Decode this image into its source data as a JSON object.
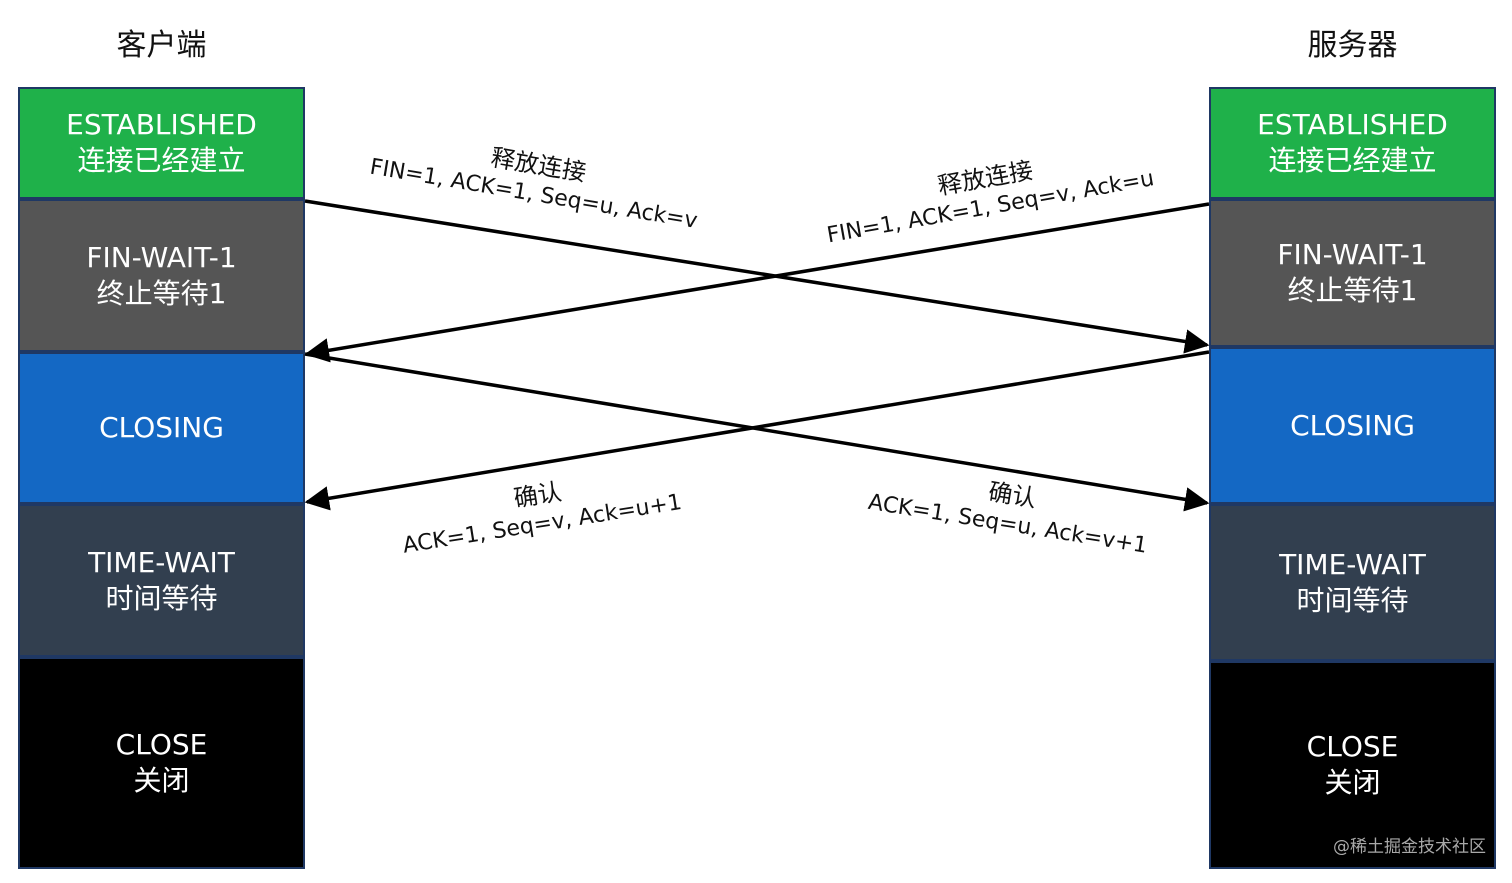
{
  "titles": {
    "client": "客户端",
    "server": "服务器"
  },
  "client_states": [
    {
      "en": "ESTABLISHED",
      "zh": "连接已经建立"
    },
    {
      "en": "FIN-WAIT-1",
      "zh": "终止等待1"
    },
    {
      "en": "CLOSING",
      "zh": ""
    },
    {
      "en": "TIME-WAIT",
      "zh": "时间等待"
    },
    {
      "en": "CLOSE",
      "zh": "关闭"
    }
  ],
  "server_states": [
    {
      "en": "ESTABLISHED",
      "zh": "连接已经建立"
    },
    {
      "en": "FIN-WAIT-1",
      "zh": "终止等待1"
    },
    {
      "en": "CLOSING",
      "zh": ""
    },
    {
      "en": "TIME-WAIT",
      "zh": "时间等待"
    },
    {
      "en": "CLOSE",
      "zh": "关闭"
    }
  ],
  "messages": [
    {
      "zh": "释放连接",
      "fields": "FIN=1, ACK=1, Seq=u, Ack=v"
    },
    {
      "zh": "释放连接",
      "fields": "FIN=1, ACK=1, Seq=v, Ack=u"
    },
    {
      "zh": "确认",
      "fields": "ACK=1, Seq=v, Ack=u+1"
    },
    {
      "zh": "确认",
      "fields": "ACK=1, Seq=u, Ack=v+1"
    }
  ],
  "colors": {
    "established": "#1fb14a",
    "fin_wait": "#555555",
    "closing": "#1468c4",
    "time_wait": "#323f4f",
    "close": "#000000"
  },
  "watermark": "@稀土掘金技术社区"
}
